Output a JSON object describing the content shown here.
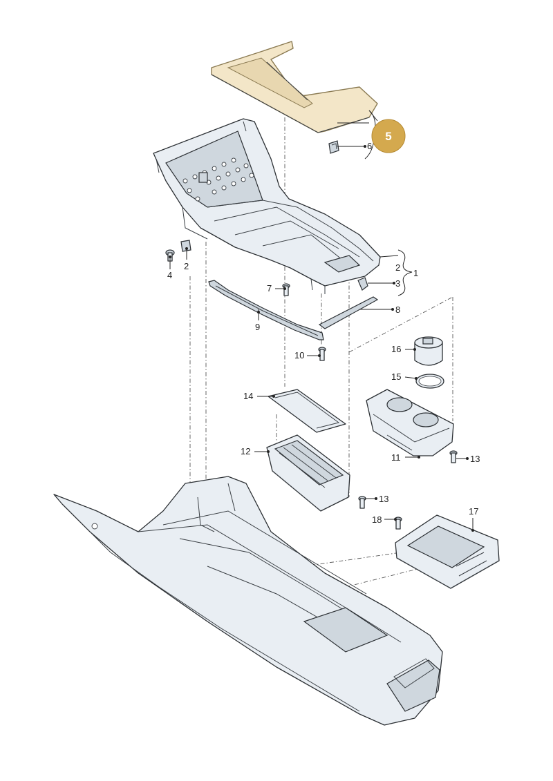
{
  "diagram": {
    "highlighted_part": "5",
    "highlight_color": "#c9a45c",
    "badge_color": "#d4a94e",
    "callouts": {
      "c1": "1",
      "c2a": "2",
      "c2b": "2",
      "c3": "3",
      "c4": "4",
      "c5": "5",
      "c6": "6",
      "c7": "7",
      "c8": "8",
      "c9": "9",
      "c10": "10",
      "c11": "11",
      "c12": "12",
      "c13a": "13",
      "c13b": "13",
      "c14": "14",
      "c15": "15",
      "c16": "16",
      "c17": "17",
      "c18": "18"
    }
  }
}
